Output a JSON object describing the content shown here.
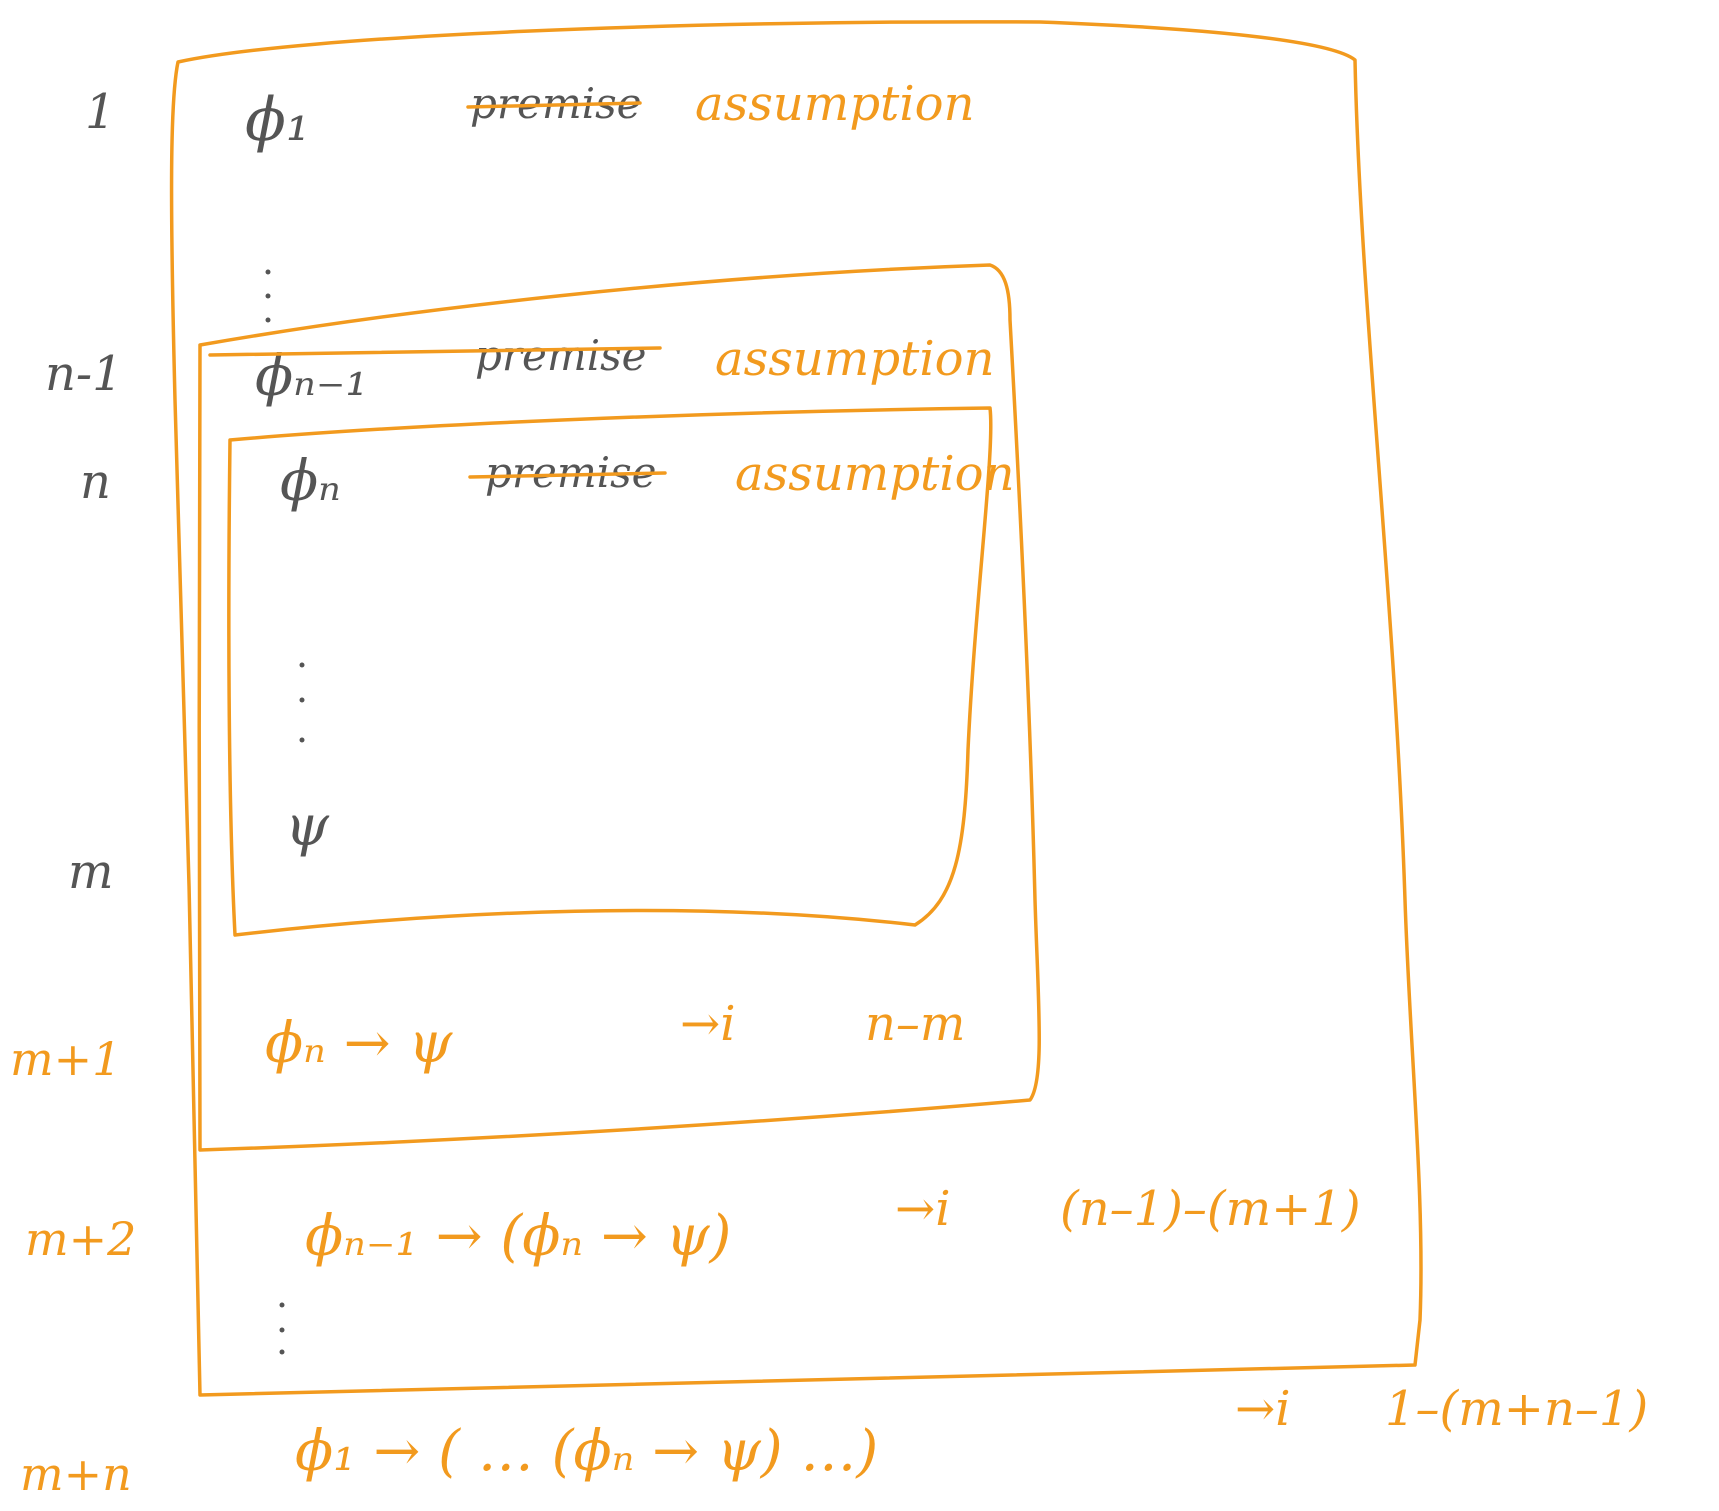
{
  "line_numbers": [
    "1",
    "n-1",
    "n",
    "m",
    "m+1",
    "m+2",
    "m+n"
  ],
  "formulas": {
    "phi_1": "ϕ₁",
    "phi_n_minus_1": "ϕₙ₋₁",
    "phi_n": "ϕₙ",
    "psi": "ψ"
  },
  "struck_label": "premise",
  "replacement_label": "assumption",
  "derived": [
    {
      "formula": "ϕₙ → ψ",
      "rule": "→i",
      "ref": "n–m"
    },
    {
      "formula": "ϕₙ₋₁ → (ϕₙ → ψ)",
      "rule": "→i",
      "ref": "(n–1)–(m+1)"
    },
    {
      "formula": "ϕ₁ → ( … (ϕₙ → ψ) …)",
      "rule": "→i",
      "ref": "1–(m+n–1)"
    }
  ],
  "colors": {
    "ink": "#555555",
    "accent": "#f29a1e"
  }
}
